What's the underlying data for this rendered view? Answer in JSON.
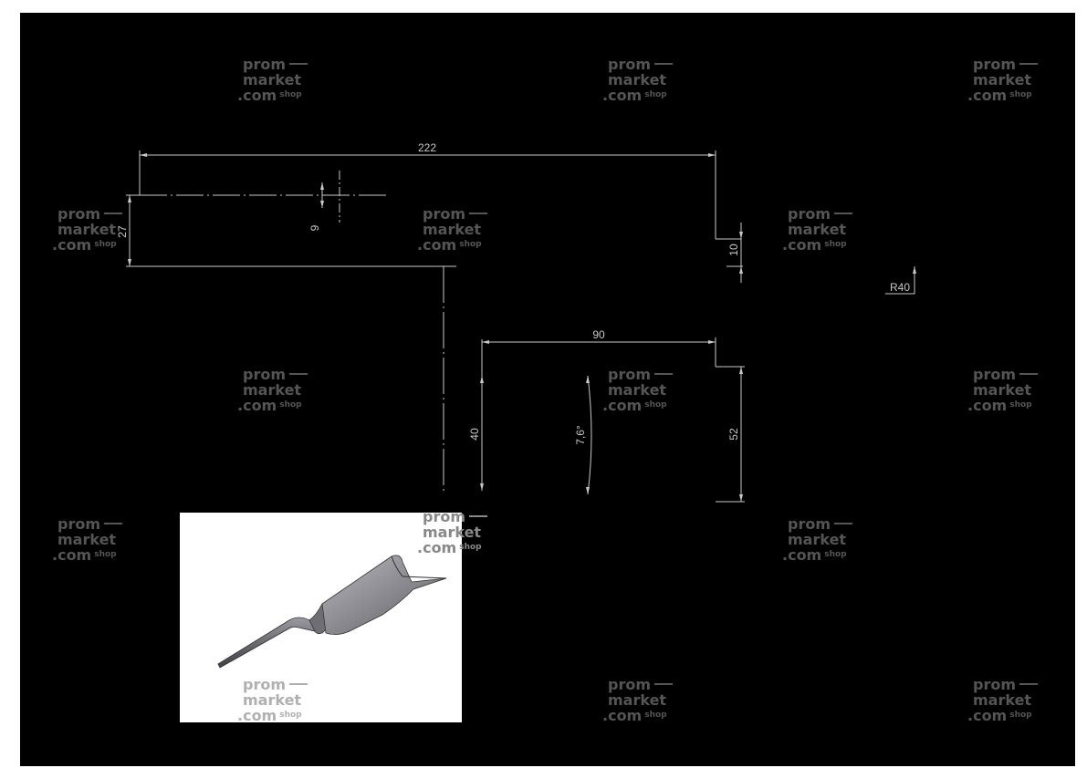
{
  "drawing": {
    "dimensions": {
      "overall_length": "222",
      "handle_width": "27",
      "handle_thickness": "9",
      "blade_step": "10",
      "radius": "R40",
      "blade_length": "90",
      "blade_height_left": "40",
      "blade_angle": "7,6°",
      "blade_height_right": "52"
    }
  },
  "watermark": {
    "line1": "prom",
    "line2": "market",
    "line3": ".com",
    "suffix": "shop"
  },
  "colors": {
    "sheet_background": "#000000",
    "page_background": "#ffffff",
    "dimension_lines": "#c8c8c8",
    "watermark": "#555555"
  }
}
